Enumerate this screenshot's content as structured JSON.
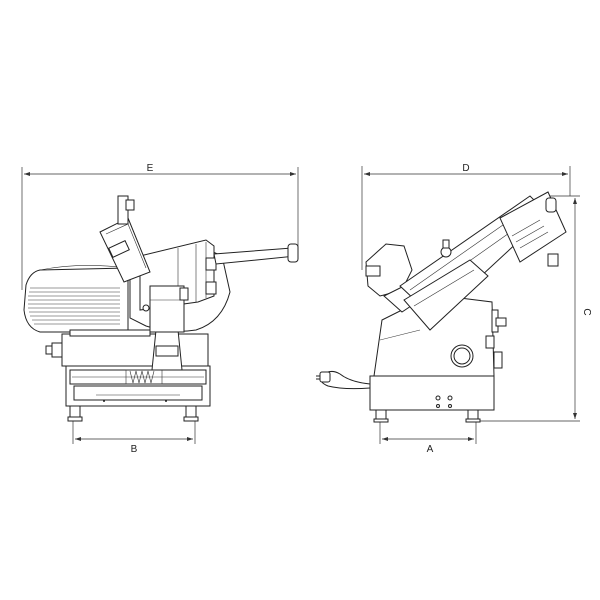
{
  "dimensions": {
    "E": "E",
    "D": "D",
    "B": "B",
    "A": "A",
    "C": "C"
  }
}
